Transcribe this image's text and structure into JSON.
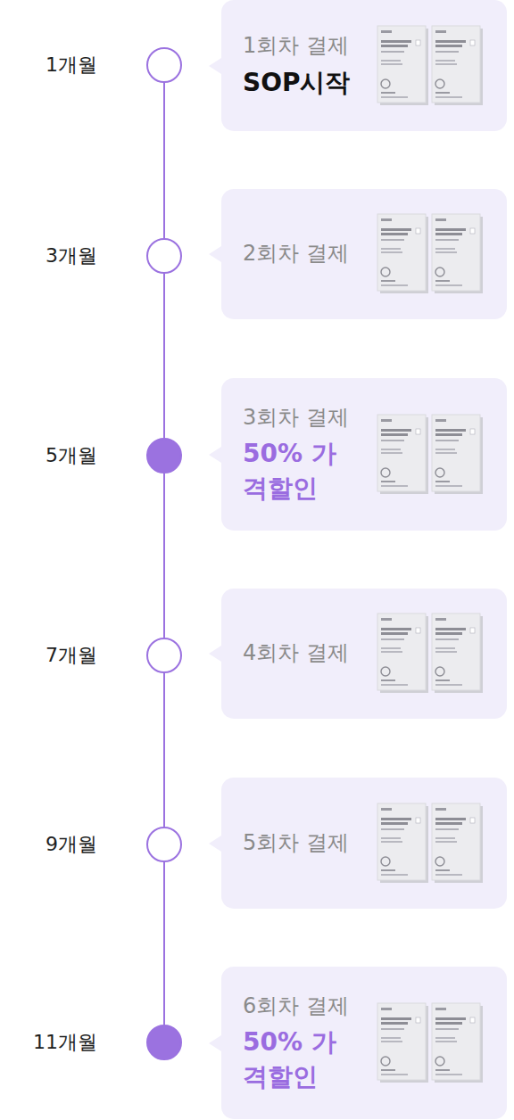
{
  "diagram": {
    "nodes": [
      {
        "text": [
          "1개월"
        ]
      },
      {
        "text": [
          "1회차 결제",
          "SOP시작"
        ]
      },
      {
        "text": [
          "3개월"
        ]
      },
      {
        "text": [
          "2회차 결제"
        ]
      },
      {
        "text": [
          "5개월"
        ]
      },
      {
        "text": [
          "3회차 결제",
          "50% 가격할인"
        ]
      },
      {
        "text": [
          "7개월"
        ]
      },
      {
        "text": [
          "4회차 결제"
        ]
      },
      {
        "text": [
          "9개월"
        ]
      },
      {
        "text": [
          "5회차 결제"
        ]
      },
      {
        "text": [
          "11개월"
        ]
      },
      {
        "text": [
          "6회차 결제",
          "50% 가격할인"
        ]
      }
    ],
    "edges": [
      {
        "from": 0,
        "to": 2,
        "arrow": "none"
      },
      {
        "from": 2,
        "to": 4,
        "arrow": "none"
      },
      {
        "from": 4,
        "to": 6,
        "arrow": "none"
      },
      {
        "from": 6,
        "to": 8,
        "arrow": "none"
      },
      {
        "from": 8,
        "to": 10,
        "arrow": "none"
      }
    ]
  }
}
